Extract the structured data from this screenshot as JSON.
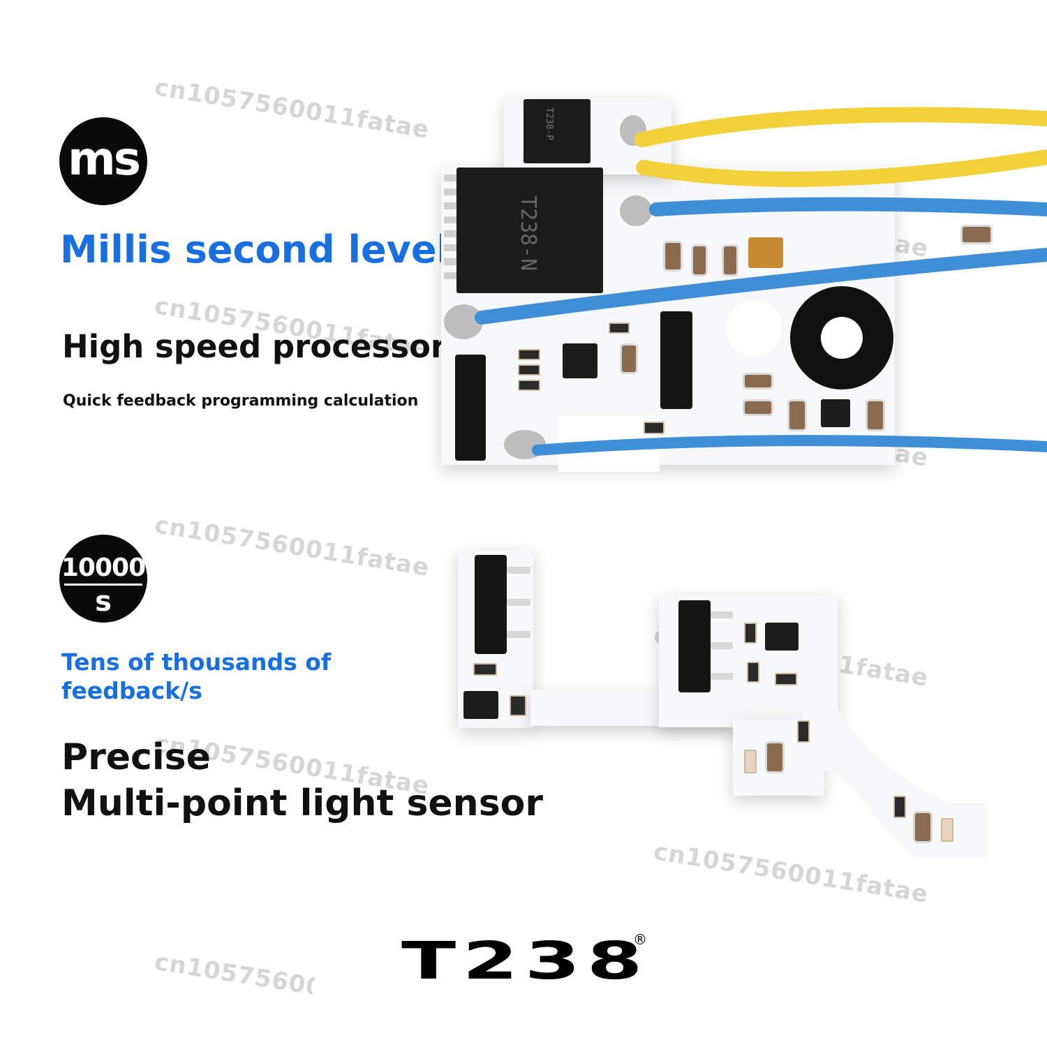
{
  "watermark_text": "cn1057560011fatae",
  "badge_top": {
    "text": "ms"
  },
  "badge_bottom": {
    "top": "10000",
    "bottom": "s"
  },
  "section1": {
    "heading": "Millis second level",
    "title": "High speed processor",
    "subtitle": "Quick feedback programming calculation"
  },
  "section2": {
    "heading_line1": "Tens of thousands of",
    "heading_line2": "feedback/s",
    "title_line1": "Precise",
    "title_line2": "Multi-point light sensor"
  },
  "brand": {
    "logo": "T238",
    "registered": "®"
  },
  "pcb_top": {
    "chip_small": "T238-P",
    "chip_large": "T238-N"
  },
  "colors": {
    "accent_blue": "#1a6fe0",
    "wire_yellow": "#f2d13a",
    "wire_blue": "#3f8fd6"
  }
}
